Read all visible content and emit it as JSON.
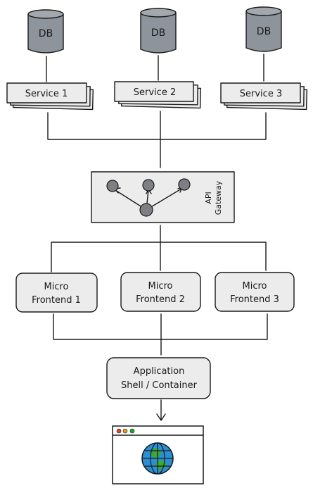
{
  "databases": [
    {
      "label": "DB"
    },
    {
      "label": "DB"
    },
    {
      "label": "DB"
    }
  ],
  "services": [
    {
      "label": "Service 1"
    },
    {
      "label": "Service 2"
    },
    {
      "label": "Service 3"
    }
  ],
  "gateway": {
    "label_line1": "API",
    "label_line2": "Gateway"
  },
  "micro_frontends": [
    {
      "line1": "Micro",
      "line2": "Frontend 1"
    },
    {
      "line1": "Micro",
      "line2": "Frontend 2"
    },
    {
      "line1": "Micro",
      "line2": "Frontend 3"
    }
  ],
  "shell": {
    "line1": "Application",
    "line2": "Shell / Container"
  },
  "browser": {
    "icon": "globe-icon",
    "traffic_light_colors": [
      "#e0443e",
      "#dea123",
      "#1aab29"
    ],
    "globe_color": "#2b8fd6",
    "land_color": "#3aa83a"
  }
}
